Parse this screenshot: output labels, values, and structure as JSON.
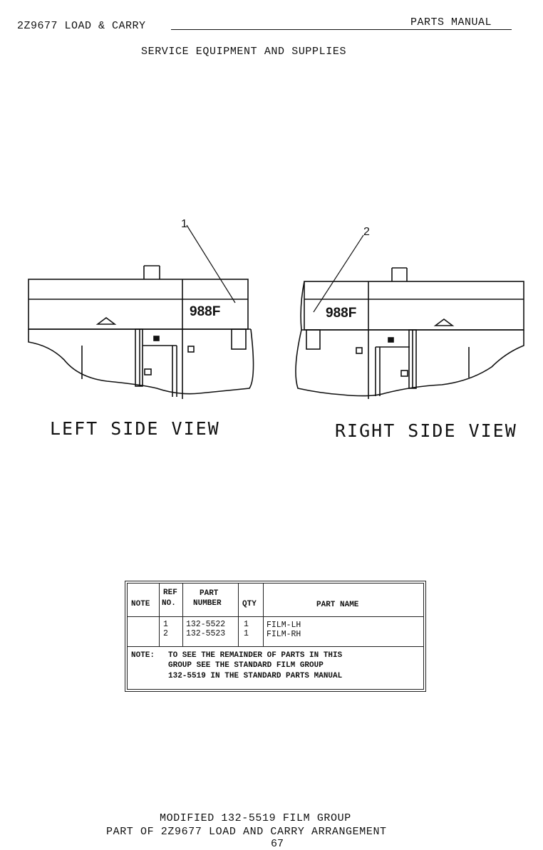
{
  "header": {
    "model_title": "2Z9677 LOAD & CARRY",
    "manual_label": "PARTS MANUAL"
  },
  "section_title": "SERVICE EQUIPMENT AND SUPPLIES",
  "views": {
    "left": {
      "caption": "LEFT SIDE VIEW",
      "callout": "1",
      "model_badge": "988F"
    },
    "right": {
      "caption": "RIGHT SIDE VIEW",
      "callout": "2",
      "model_badge": "988F"
    }
  },
  "parts_table": {
    "headers": {
      "note": "NOTE",
      "ref_line1": "REF",
      "ref_line2": "NO.",
      "part_number_line1": "PART",
      "part_number_line2": "NUMBER",
      "qty": "QTY",
      "part_name": "PART NAME"
    },
    "rows": [
      {
        "note": "",
        "ref": "1",
        "part_number": "132-5522",
        "qty": "1",
        "part_name": "FILM-LH"
      },
      {
        "note": "",
        "ref": "2",
        "part_number": "132-5523",
        "qty": "1",
        "part_name": "FILM-RH"
      }
    ],
    "note_label": "NOTE:",
    "note_lines": [
      "TO SEE THE REMAINDER OF PARTS IN THIS",
      "GROUP SEE THE STANDARD FILM GROUP",
      "132-5519 IN THE STANDARD PARTS MANUAL"
    ]
  },
  "footer": {
    "line1": "MODIFIED 132-5519 FILM GROUP",
    "line2": "PART OF 2Z9677 LOAD AND CARRY ARRANGEMENT",
    "page_number": "67"
  }
}
